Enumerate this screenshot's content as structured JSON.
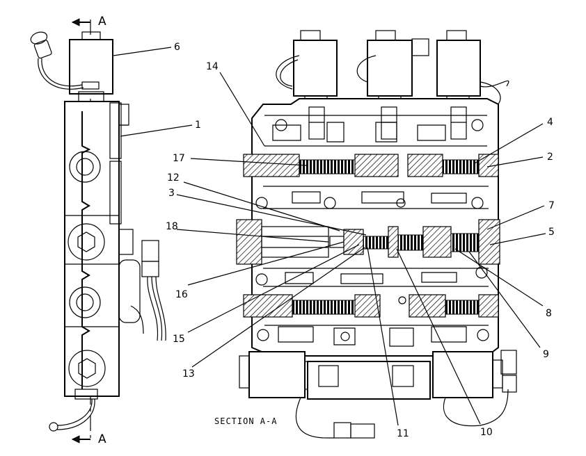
{
  "section_marker": {
    "top": "A",
    "bottom": "A"
  },
  "section_label": "SECTION A-A",
  "callouts": [
    "1",
    "2",
    "3",
    "4",
    "5",
    "6",
    "7",
    "8",
    "9",
    "10",
    "11",
    "12",
    "13",
    "14",
    "15",
    "16",
    "17",
    "18"
  ]
}
